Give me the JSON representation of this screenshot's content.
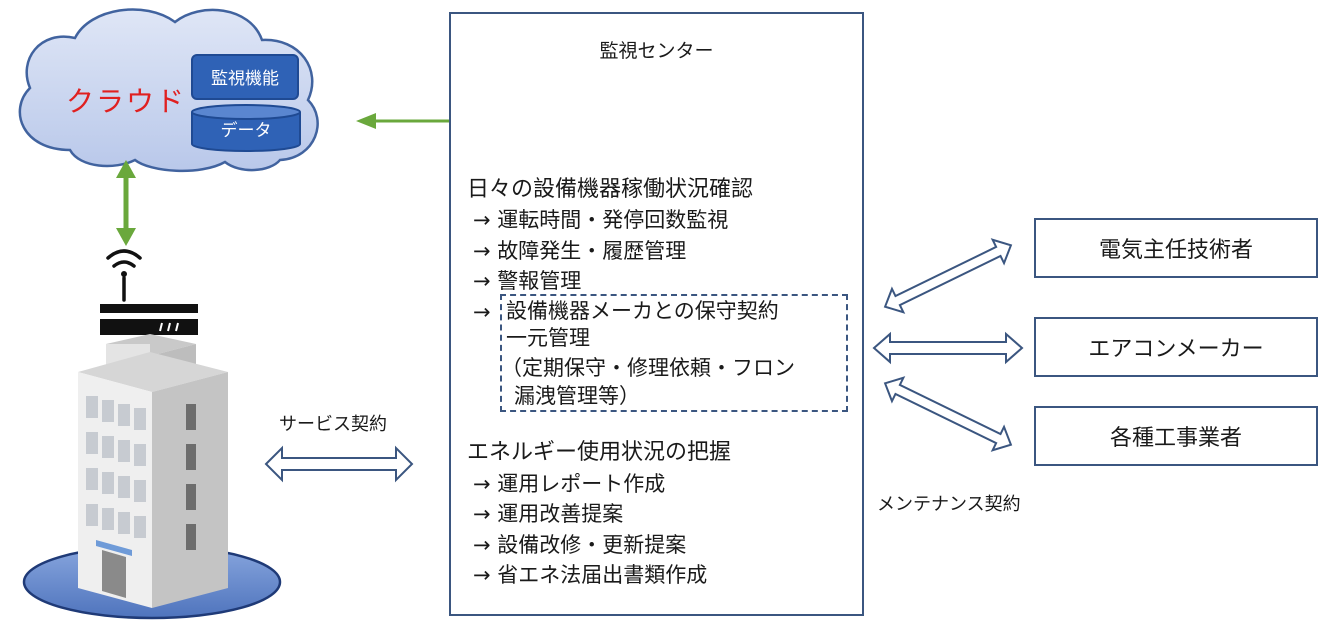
{
  "cloud": {
    "label": "クラウド",
    "monitor_label": "監視機能",
    "data_label": "データ"
  },
  "center": {
    "title": "監視センター",
    "section1_title": "日々の設備機器稼働状況確認",
    "section1_items": [
      "→ 運転時間・発停回数監視",
      "→ 故障発生・履歴管理",
      "→ 警報管理",
      "→"
    ],
    "dashed_lines": [
      "設備機器メーカとの保守契約",
      "一元管理",
      "（定期保守・修理依頼・フロン",
      "漏洩管理等）"
    ],
    "section2_title": "エネルギー使用状況の把握",
    "section2_items": [
      "→ 運用レポート作成",
      "→ 運用改善提案",
      "→ 設備改修・更新提案",
      "→ 省エネ法届出書類作成"
    ]
  },
  "labels": {
    "service_contract": "サービス契約",
    "maintenance_contract": "メンテナンス契約"
  },
  "right_boxes": [
    "電気主任技術者",
    "エアコンメーカー",
    "各種工事業者"
  ],
  "colors": {
    "cloud_fill": "#c7d3ee",
    "cloud_stroke": "#41639f",
    "cloud_text": "#e02020",
    "pill_fill": "#2f62b6",
    "green_arrow": "#6aa83c",
    "outline": "#3b5680",
    "building_base": "#6f90d0"
  }
}
